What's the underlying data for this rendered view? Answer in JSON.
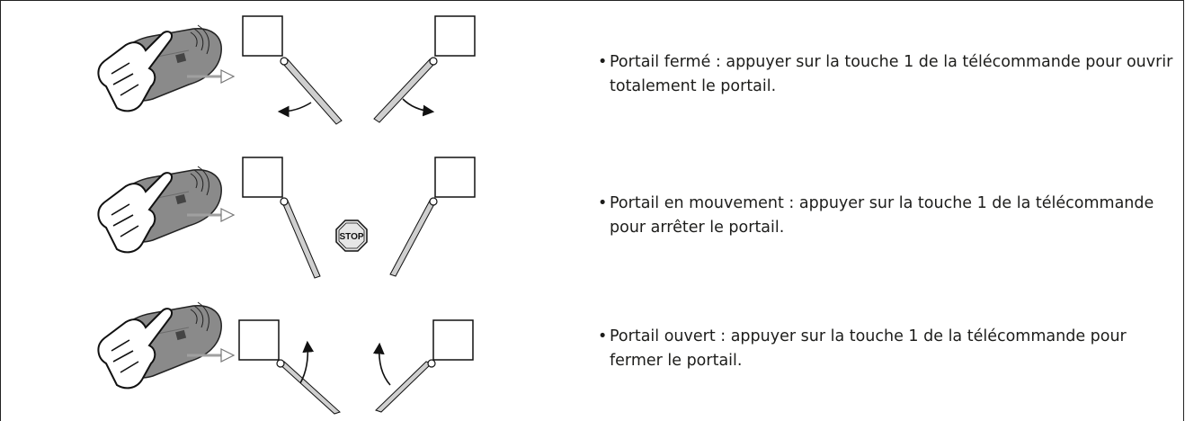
{
  "instructions": [
    {
      "text": "Portail fermé : appuyer sur la touche 1 de la télécommande pour ouvrir totalement le portail.",
      "gate_state": "closed",
      "icons": [
        "hand-icon",
        "remote-icon",
        "gate-open-arrows-icon"
      ]
    },
    {
      "text": "Portail en mouvement : appuyer sur la touche 1 de la télécommande pour arrêter le portail.",
      "gate_state": "moving",
      "stop_label": "STOP",
      "icons": [
        "hand-icon",
        "remote-icon",
        "stop-sign-icon"
      ]
    },
    {
      "text": "Portail ouvert : appuyer sur la touche 1 de la télécommande pour fermer le portail.",
      "gate_state": "open",
      "icons": [
        "hand-icon",
        "remote-icon",
        "gate-close-arrows-icon"
      ]
    }
  ],
  "colors": {
    "text": "#1d1d1b",
    "remote_body": "#8a8a8a",
    "gate_fill": "#cfcfcf",
    "arrow_grey": "#a0a0a0",
    "stop_fill": "#e6e6e6"
  }
}
